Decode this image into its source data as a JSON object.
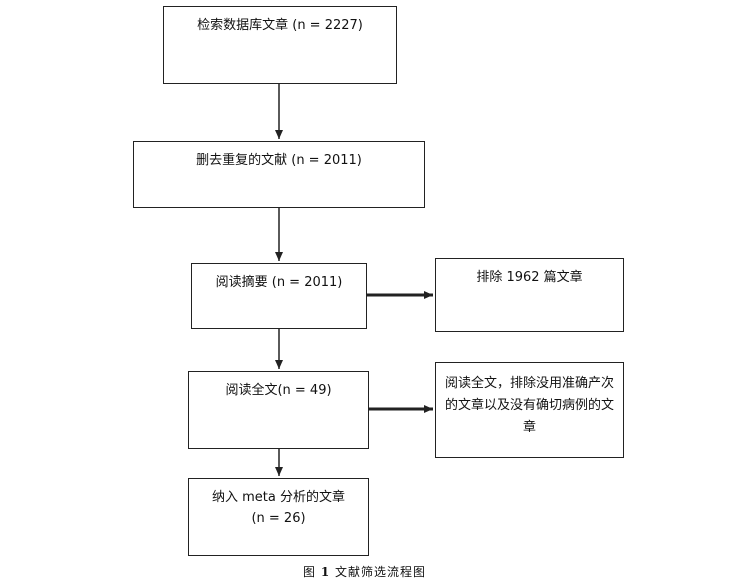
{
  "boxes": {
    "search": {
      "text": "检索数据库文章  (n = 2227)"
    },
    "dedupe": {
      "text": "删去重复的文献  (n = 2011)"
    },
    "abstract": {
      "text": "阅读摘要  (n = 2011)"
    },
    "exclude1": {
      "text": "排除 1962 篇文章"
    },
    "fulltext": {
      "text": "阅读全文(n = 49)"
    },
    "exclude2": {
      "text": "阅读全文，排除没用准确产次的文章以及没有确切病例的文章"
    },
    "included": {
      "line1": "纳入 meta 分析的文章",
      "line2": "(n = 26)"
    }
  },
  "caption": {
    "label": "图",
    "number": "1",
    "text": "文献筛选流程图"
  },
  "colors": {
    "stroke": "#222222",
    "background": "#ffffff"
  }
}
